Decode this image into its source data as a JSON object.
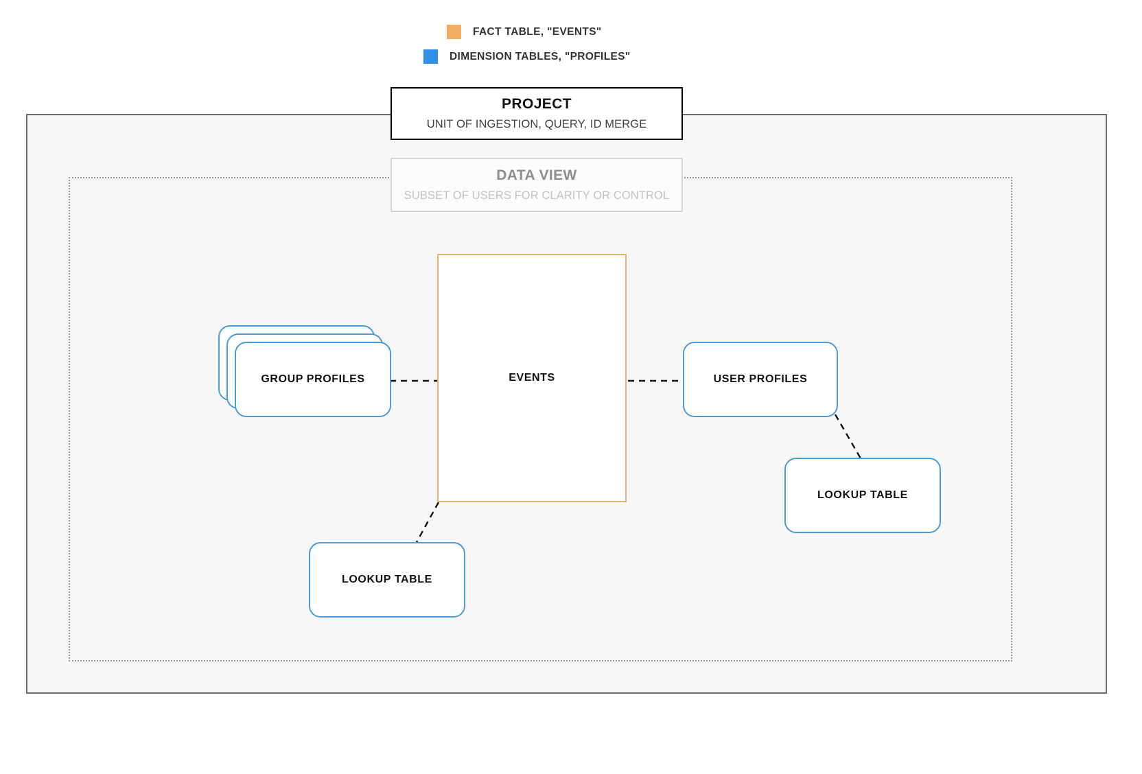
{
  "legend": {
    "items": [
      {
        "label": "FACT TABLE, \"EVENTS\"",
        "color": "#f2ac5f",
        "icon": "orange-square-swatch"
      },
      {
        "label": "DIMENSION TABLES, \"PROFILES\"",
        "color": "#2e90e8",
        "icon": "blue-square-swatch"
      }
    ]
  },
  "project": {
    "title": "PROJECT",
    "subtitle": "UNIT OF INGESTION, QUERY, ID MERGE",
    "border_color": "#000000",
    "fill_color": "#f7f7f7"
  },
  "data_view": {
    "title": "DATA VIEW",
    "subtitle": "SUBSET OF USERS FOR CLARITY OR CONTROL",
    "border_color": "#d4d4d4"
  },
  "nodes": {
    "events": {
      "label": "EVENTS",
      "kind": "fact-table",
      "border_color": "#e8b36d"
    },
    "group_profiles": {
      "label": "GROUP PROFILES",
      "kind": "dimension-table-stack",
      "stack_count": 3,
      "border_color": "#4a9bd6"
    },
    "user_profiles": {
      "label": "USER PROFILES",
      "kind": "dimension-table",
      "border_color": "#4a9bd6"
    },
    "lookup_table_left": {
      "label": "LOOKUP TABLE",
      "kind": "dimension-table",
      "border_color": "#4a9bd6"
    },
    "lookup_table_right": {
      "label": "LOOKUP TABLE",
      "kind": "dimension-table",
      "border_color": "#4a9bd6"
    }
  },
  "connectors": [
    {
      "from": "group_profiles",
      "to": "events",
      "style": "dashed"
    },
    {
      "from": "events",
      "to": "user_profiles",
      "style": "dashed"
    },
    {
      "from": "events",
      "to": "lookup_table_left",
      "style": "dashed"
    },
    {
      "from": "user_profiles",
      "to": "lookup_table_right",
      "style": "dashed"
    }
  ]
}
